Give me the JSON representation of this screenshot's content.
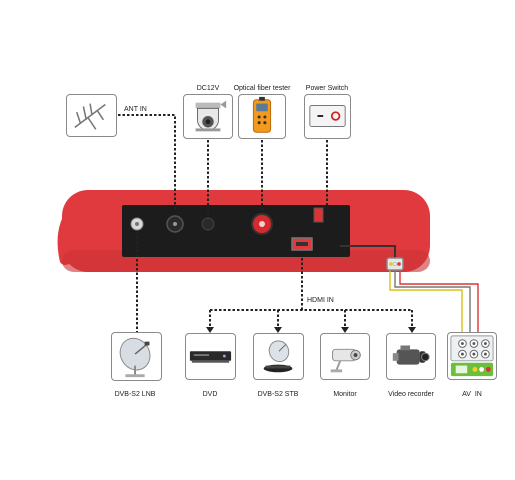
{
  "top_labels": {
    "ant_in": "ANT IN",
    "dc12v": "DC12V",
    "fiber": "Optical fiber tester",
    "power": "Power Switch"
  },
  "hdmi_in": "HDMI IN",
  "bottom_labels": {
    "lnb": "DVB-S2 LNB",
    "dvd": "DVD",
    "stb": "DVB-S2 STB",
    "monitor": "Monitor",
    "recorder": "Video recorder",
    "av_in": "AV  IN"
  },
  "tile_icons": [
    "antenna-icon",
    "camera-icon",
    "fiber-tester-icon",
    "power-switch-icon",
    "satellite-dish-icon",
    "dvd-player-icon",
    "stb-dish-icon",
    "cctv-camera-icon",
    "video-recorder-icon",
    "av-jack-panel-icon"
  ],
  "colors": {
    "device_body": "#e03a3e",
    "device_shadow": "#b02a2e",
    "panel": "#1c1c1c",
    "fiber_tester": "#f39a1e",
    "av_green": "#6cbf3c"
  }
}
